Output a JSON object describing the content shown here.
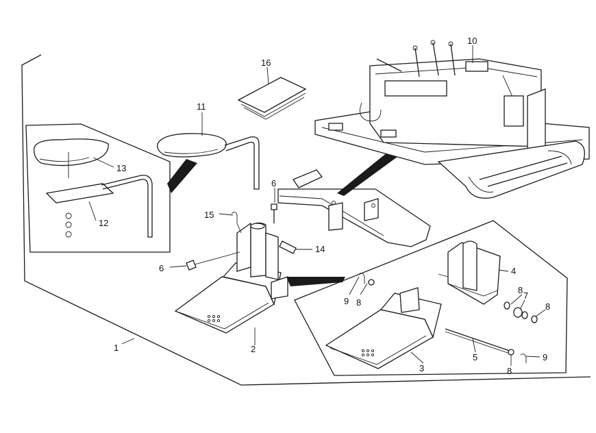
{
  "diagram": {
    "callouts": [
      {
        "id": "c1",
        "text": "1"
      },
      {
        "id": "c2",
        "text": "2"
      },
      {
        "id": "c3",
        "text": "3"
      },
      {
        "id": "c4",
        "text": "4"
      },
      {
        "id": "c5",
        "text": "5"
      },
      {
        "id": "c6a",
        "text": "6"
      },
      {
        "id": "c6b",
        "text": "6"
      },
      {
        "id": "c7",
        "text": "7"
      },
      {
        "id": "c8a",
        "text": "8"
      },
      {
        "id": "c8b",
        "text": "8"
      },
      {
        "id": "c8c",
        "text": "8"
      },
      {
        "id": "c8d",
        "text": "8"
      },
      {
        "id": "c9a",
        "text": "9"
      },
      {
        "id": "c9b",
        "text": "9"
      },
      {
        "id": "c10",
        "text": "10"
      },
      {
        "id": "c11",
        "text": "11"
      },
      {
        "id": "c12",
        "text": "12"
      },
      {
        "id": "c13",
        "text": "13"
      },
      {
        "id": "c14",
        "text": "14"
      },
      {
        "id": "c15",
        "text": "15"
      },
      {
        "id": "c16",
        "text": "16"
      }
    ]
  }
}
